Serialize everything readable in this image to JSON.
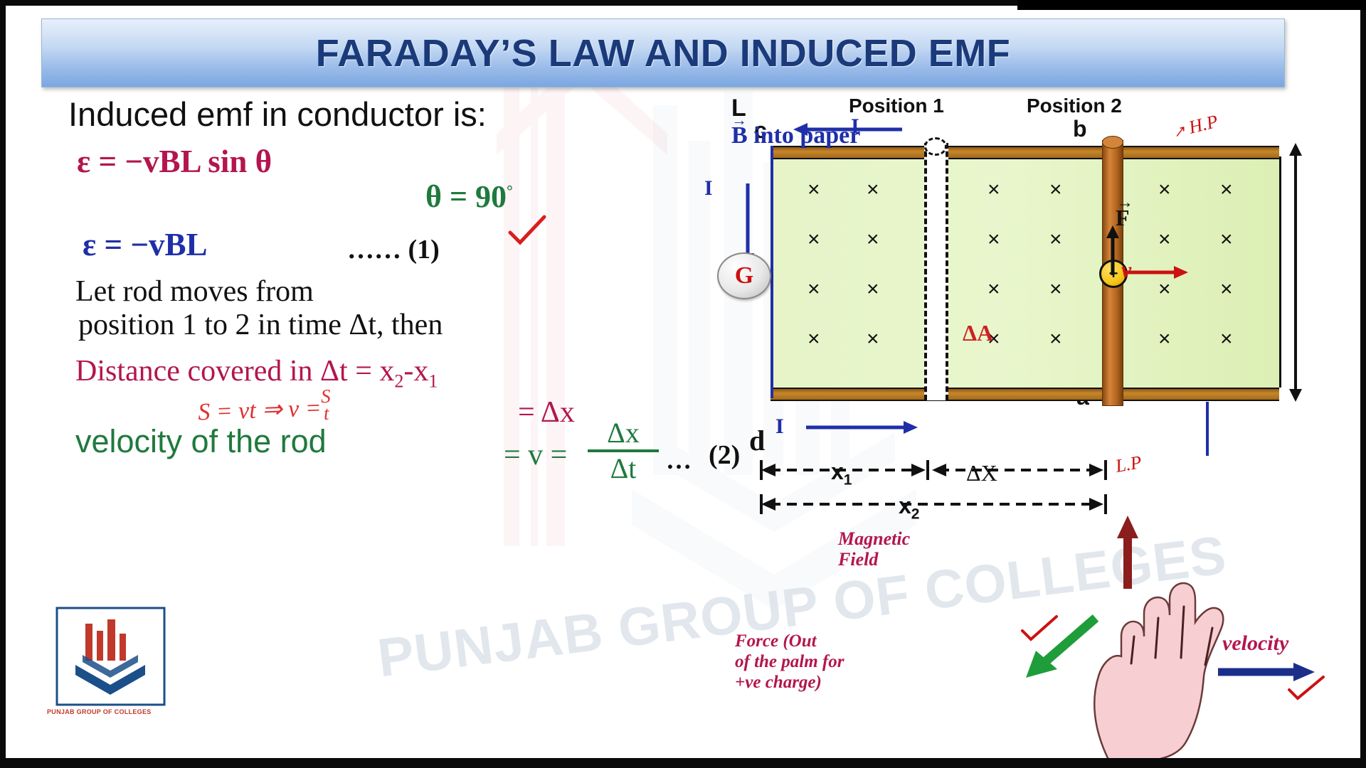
{
  "slide": {
    "title": "FARADAY’S LAW AND INDUCED EMF"
  },
  "left_column": {
    "intro": "Induced emf in conductor is:",
    "equation_1": "ε = −vBL sin θ",
    "theta_value": "θ = 90",
    "theta_degree_symbol": "°",
    "equation_2": "ε = −vBL",
    "equation_2_dots": "…… (1)",
    "let_line_1": "Let rod moves from",
    "let_line_2": "position 1 to 2 in time Δt, then",
    "distance_line": "Distance covered in Δt = x",
    "distance_sub_2": "2",
    "distance_minus_x1": "-x",
    "distance_sub_1": "1",
    "equals_delta_x": "= Δx",
    "velocity_label": "velocity of the rod",
    "velocity_eq_lead": "= v =",
    "fraction_numerator": "Δx",
    "fraction_denominator": "Δt",
    "velocity_dots": "…",
    "equation_number_2": "(2)",
    "node_d_marker": "d",
    "handwritten_derivation": "S = vt ⇒ v = S/t",
    "handwritten_s": "S = vt",
    "handwritten_arrow": "⇒",
    "handwritten_v": "v =",
    "handwritten_frac_num": "S",
    "handwritten_frac_den": "t"
  },
  "diagram": {
    "position_1_label": "Position 1",
    "position_2_label": "Position 2",
    "node_c": "c",
    "node_b": "b",
    "node_a": "a",
    "node_d": "d",
    "galvanometer_label": "G",
    "current_top": "I",
    "current_left": "I",
    "current_bottom": "I",
    "force_label": "F",
    "velocity_label": "v",
    "area_change_label": "ΔA",
    "length_label": "L",
    "field_label": "B into paper",
    "charge_symbol": "+",
    "field_cross_symbol": "×",
    "dimension_x1": "x",
    "dimension_x1_sub": "1",
    "dimension_dx": "ΔX",
    "dimension_x2": "x",
    "dimension_x2_sub": "2",
    "handwritten_hp": "H.P",
    "handwritten_lp": "L.P"
  },
  "annotations": {
    "magnetic_field_line1": "Magnetic",
    "magnetic_field_line2": "Field",
    "force_line1": "Force (Out",
    "force_line2": "of the palm for",
    "force_line3": "+ve charge)",
    "velocity_text": "velocity"
  },
  "branding": {
    "watermark_text": "PUNJAB GROUP OF COLLEGES",
    "logo_caption": "PUNJAB GROUP OF COLLEGES"
  },
  "colors": {
    "title": "#1b3a7a",
    "equation_crimson": "#b3164e",
    "equation_blue": "#1f2fa8",
    "equation_green": "#1f7a3d",
    "handwriting_red": "#cc1111",
    "copper": "#c9862a",
    "field_green": "#e6f4c8"
  }
}
